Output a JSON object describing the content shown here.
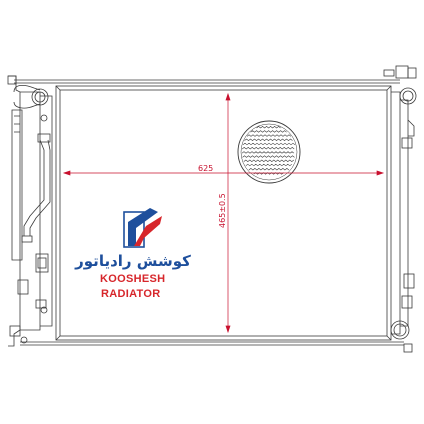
{
  "diagram": {
    "dimensions": {
      "width_label": "625",
      "height_label": "465±0.5"
    },
    "colors": {
      "outline": "#3a3a3a",
      "dimension": "#c8102e",
      "brand_red": "#d7262b",
      "brand_blue": "#1e4f9c"
    }
  },
  "brand": {
    "name_fa": "کوشش رادیاتور",
    "line1": "KOOSHESH",
    "line2": "RADIATOR"
  }
}
